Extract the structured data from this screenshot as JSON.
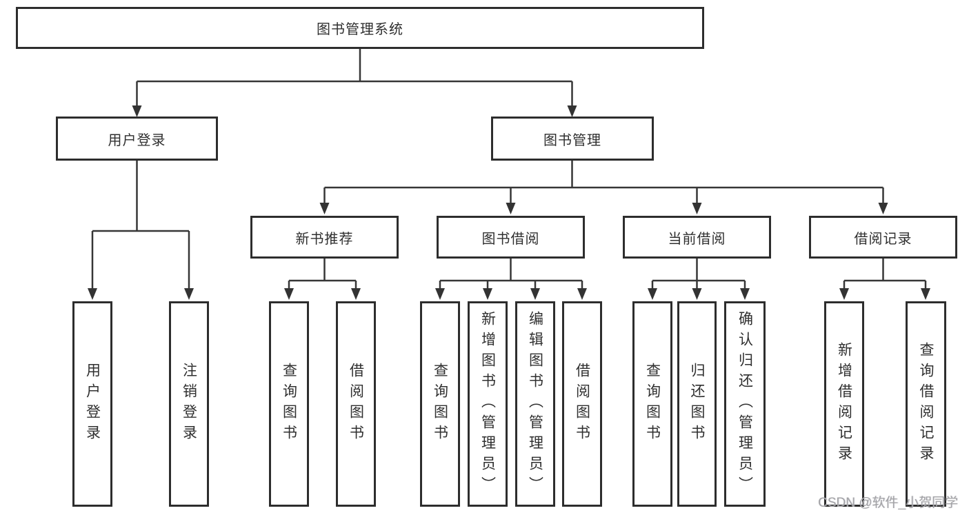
{
  "diagram_type": "hierarchy-flowchart",
  "tree": {
    "label": "图书管理系统",
    "children": [
      {
        "label": "用户登录",
        "children": [
          {
            "label": "用户登录"
          },
          {
            "label": "注销登录"
          }
        ]
      },
      {
        "label": "图书管理",
        "children": [
          {
            "label": "新书推荐",
            "children": [
              {
                "label": "查询图书"
              },
              {
                "label": "借阅图书"
              }
            ]
          },
          {
            "label": "图书借阅",
            "children": [
              {
                "label": "查询图书"
              },
              {
                "label": "新增图书（管理员）"
              },
              {
                "label": "编辑图书（管理员）"
              },
              {
                "label": "借阅图书"
              }
            ]
          },
          {
            "label": "当前借阅",
            "children": [
              {
                "label": "查询图书"
              },
              {
                "label": "归还图书"
              },
              {
                "label": "确认归还（管理员）"
              }
            ]
          },
          {
            "label": "借阅记录",
            "children": [
              {
                "label": "新增借阅记录"
              },
              {
                "label": "查询借阅记录"
              }
            ]
          }
        ]
      }
    ]
  },
  "watermark": {
    "text": "CSDN @软件_小贺同学"
  },
  "colors": {
    "box_border": "#2d2d2d",
    "connector_line": "#363636",
    "text": "#2f2f2f",
    "background": "#ffffff",
    "watermark": "#a3a3a6"
  }
}
